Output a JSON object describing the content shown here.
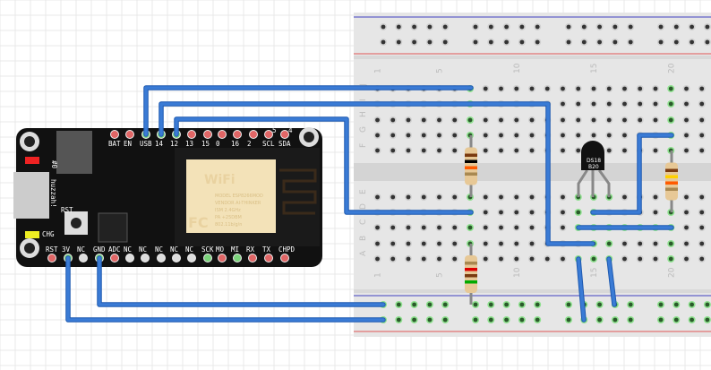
{
  "colors": {
    "wire": "#3a7bd5",
    "wire_dark": "#1f5ab0",
    "board": "#111111",
    "breadboard": "#e6e6e6",
    "rail_red": "#e05555",
    "rail_blue": "#4040c0",
    "hole_active": "#8fe08f",
    "grid": "#e8e8e8"
  },
  "board": {
    "name_label": "huzzah!",
    "rst_label": "RST",
    "chg_label": "CHG",
    "gpio0_label": "#0",
    "top_pins": [
      "BAT",
      "EN",
      "USB",
      "14",
      "12",
      "13",
      "15",
      "0",
      "16",
      "2",
      "SCL",
      "SDA"
    ],
    "top_extra": [
      "5",
      "4"
    ],
    "bottom_pins": [
      "RST",
      "3V",
      "NC",
      "GND",
      "ADC",
      "NC",
      "NC",
      "NC",
      "NC",
      "NC",
      "SCK",
      "MO",
      "MI",
      "RX",
      "TX",
      "CHPD"
    ],
    "module_text": [
      "MODEL  ESP8266MOD",
      "VENDOR AI-THINKER",
      "ISM 2.4GHz",
      "PA +25DBM",
      "802.11b/g/n"
    ],
    "wifi_logo": "WiFi",
    "fc_logo": "FC"
  },
  "breadboard": {
    "row_labels_top": [
      "J",
      "I",
      "H",
      "G",
      "F"
    ],
    "row_labels_bottom": [
      "E",
      "D",
      "C",
      "B",
      "A"
    ],
    "column_numbers": [
      "1",
      "5",
      "10",
      "15",
      "20"
    ]
  },
  "sensor": {
    "label_line1": "DS18",
    "label_line2": "B20"
  }
}
